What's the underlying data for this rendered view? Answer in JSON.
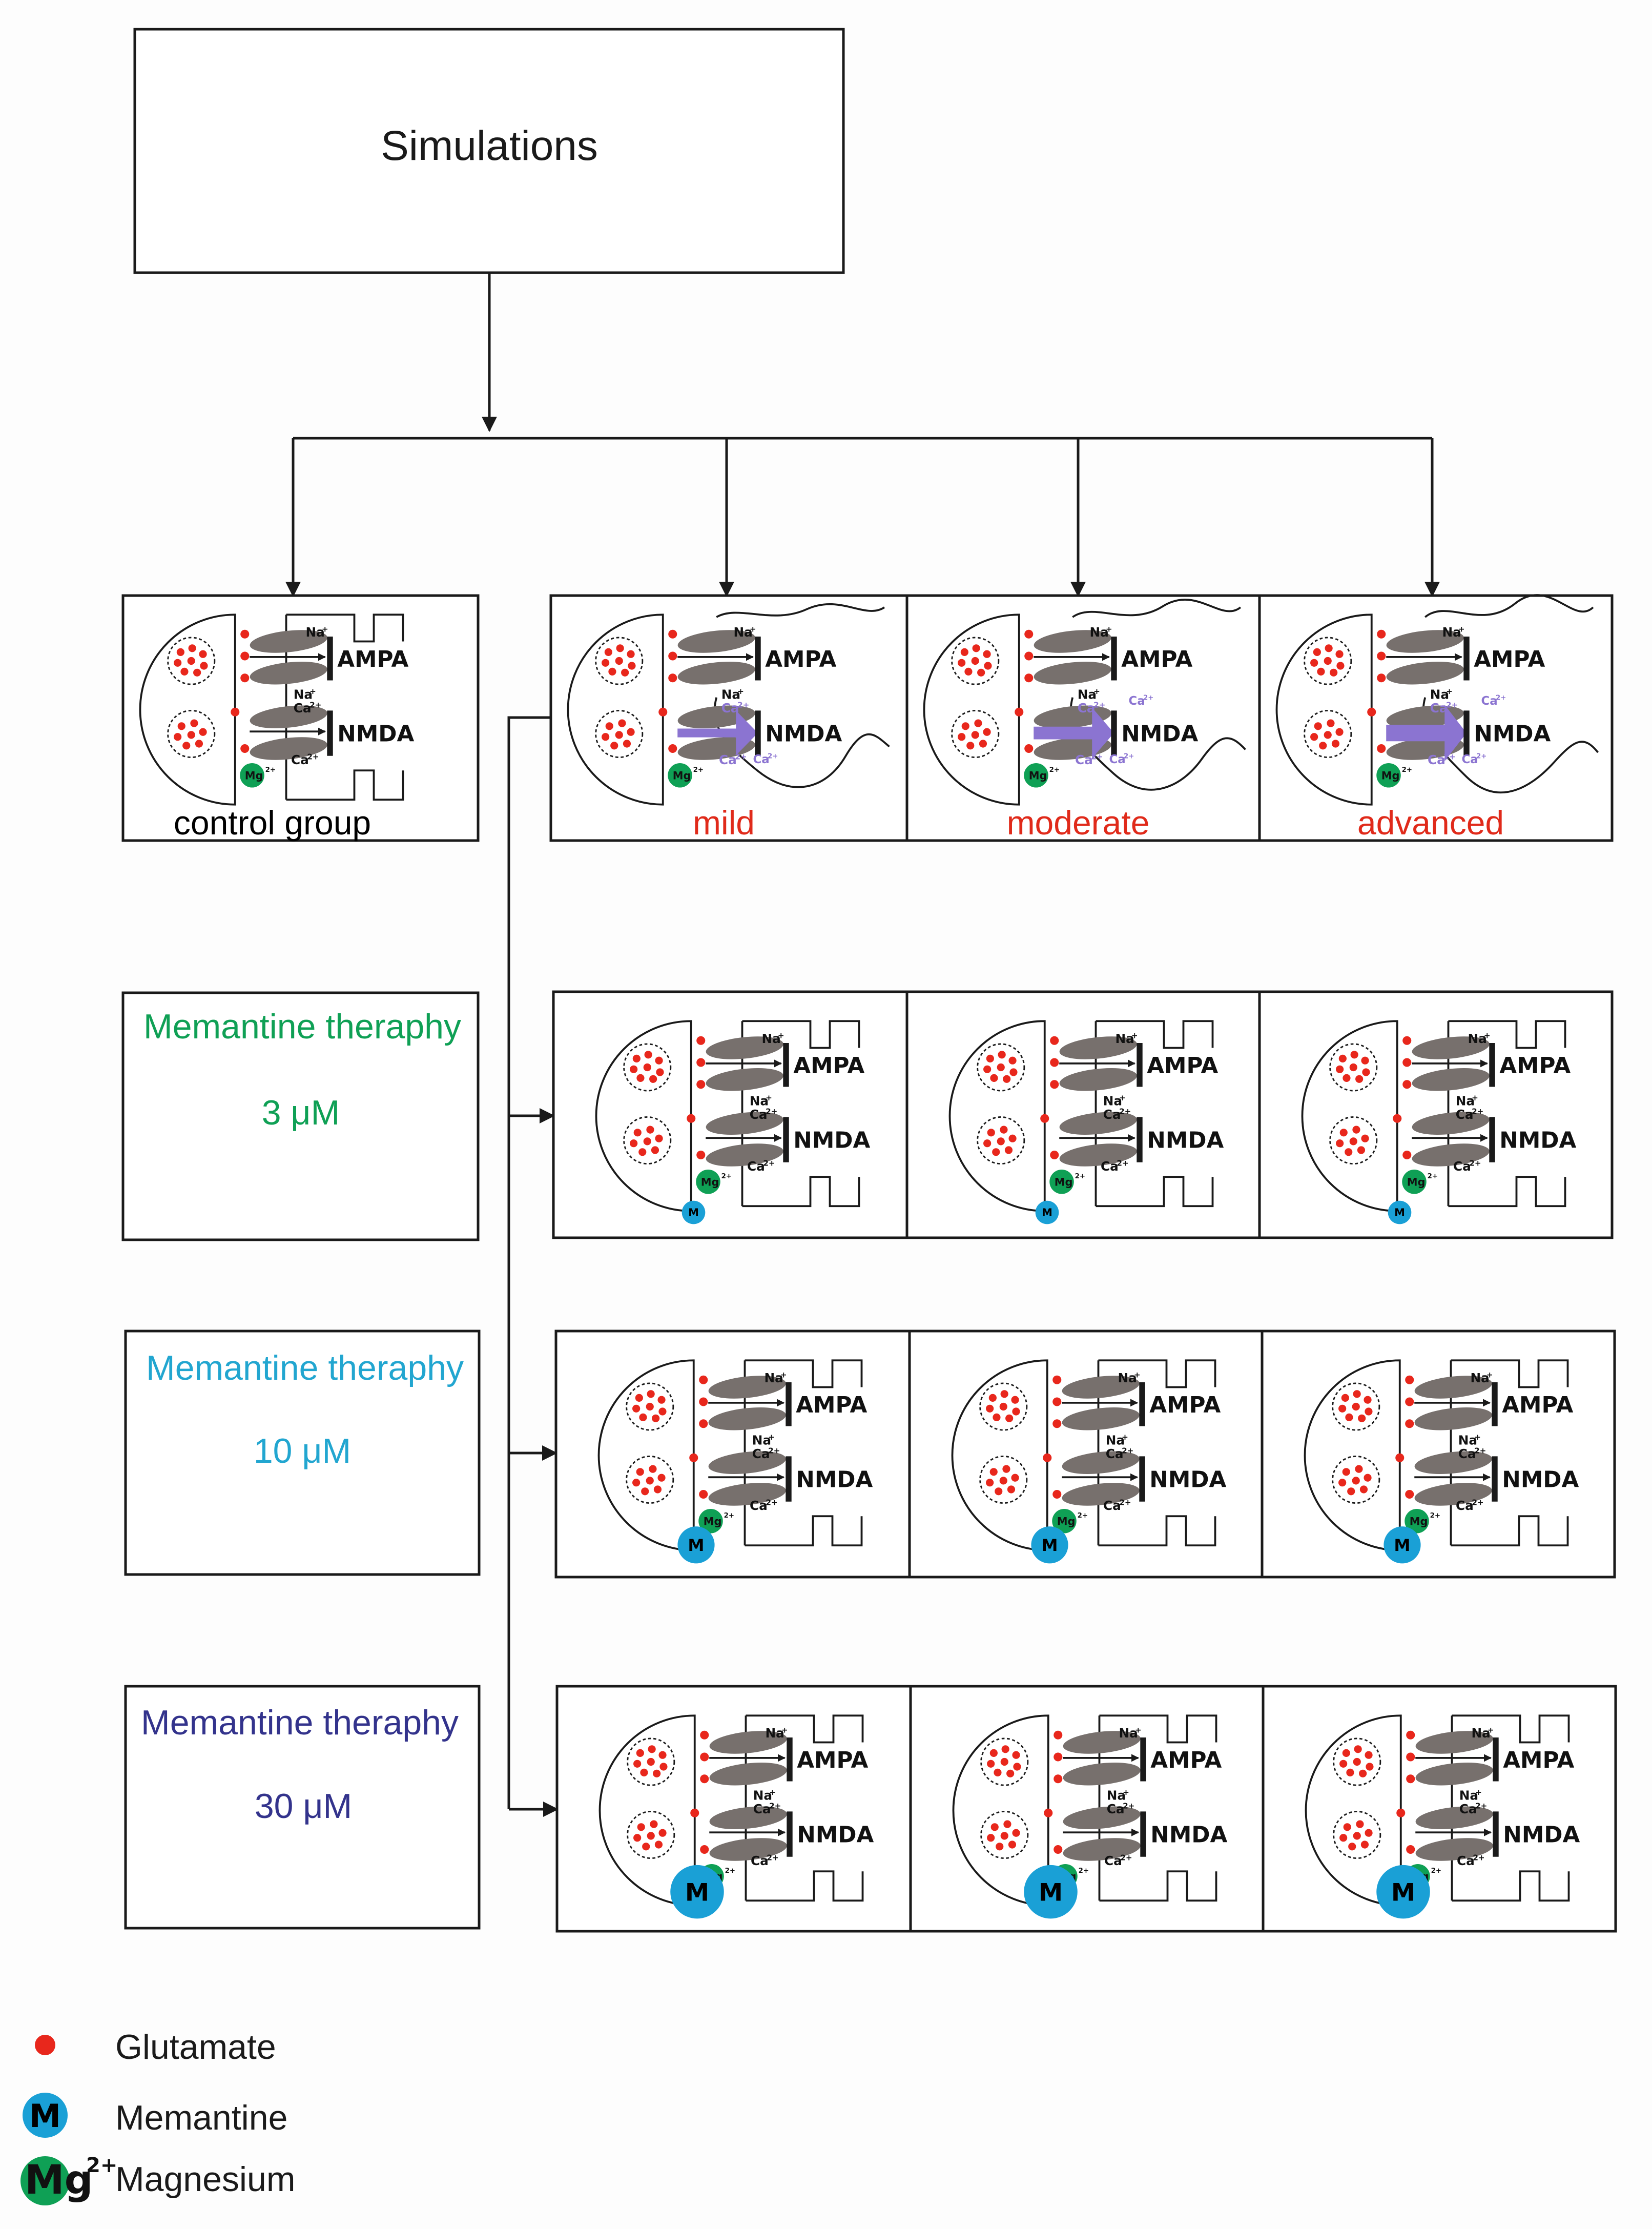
{
  "title": "Simulations",
  "colors": {
    "line": "#1a1a1a",
    "glutamate": "#e8271c",
    "receptor": "#77706d",
    "calcium_flow": "#8b74d1",
    "memantine": "#1aa0d6",
    "magnesium": "#0fa055",
    "red_label": "#e02a1a",
    "green_label": "#0fa055",
    "cyan_label": "#22a6d0",
    "indigo_label": "#33338c"
  },
  "ions": {
    "na": "Na",
    "na_sup": "+",
    "ca": "Ca",
    "ca_sup": "2+",
    "mg": "Mg",
    "mg_sup": "2+"
  },
  "receptors": {
    "ampa": "AMPA",
    "nmda": "NMDA"
  },
  "memantine_symbol": "M",
  "stages": [
    {
      "label": "control group",
      "color": "#000000"
    },
    {
      "label": "mild",
      "color": "#e02a1a"
    },
    {
      "label": "moderate",
      "color": "#e02a1a"
    },
    {
      "label": "advanced",
      "color": "#e02a1a"
    }
  ],
  "therapies": [
    {
      "label": "Memantine theraphy",
      "dose": "3 μM",
      "color": "#0fa055"
    },
    {
      "label": "Memantine theraphy",
      "dose": "10 μM",
      "color": "#22a6d0"
    },
    {
      "label": "Memantine theraphy",
      "dose": "30 μM",
      "color": "#33338c"
    }
  ],
  "legend": [
    {
      "icon": "glutamate-dot-icon",
      "label": "Glutamate"
    },
    {
      "icon": "memantine-icon",
      "label": "Memantine"
    },
    {
      "icon": "magnesium-icon",
      "label": "Magnesium"
    }
  ]
}
